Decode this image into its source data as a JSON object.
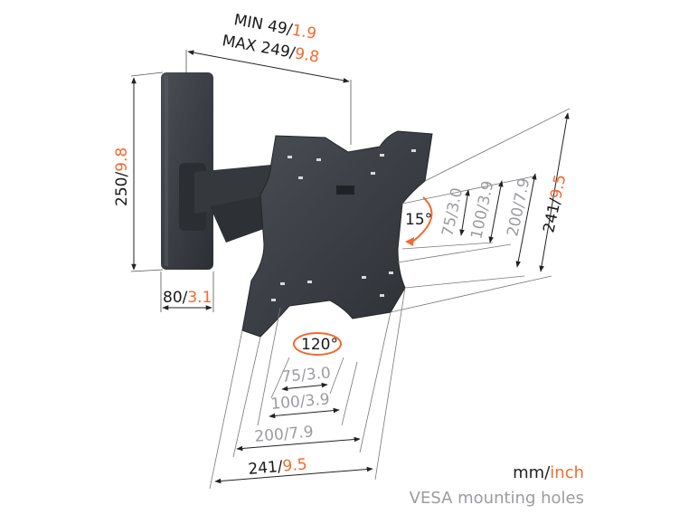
{
  "dimensions": {
    "depth_min": {
      "prefix": "MIN 49/",
      "inch": "1.9"
    },
    "depth_max": {
      "prefix": "MAX 249/",
      "inch": "9.8"
    },
    "height": {
      "mm": "250/",
      "inch": "9.8"
    },
    "width": {
      "mm": "80/",
      "inch": "3.1"
    }
  },
  "tilt": {
    "angle": "15°"
  },
  "swivel": {
    "angle": "120°"
  },
  "vesa_vertical": {
    "v75": "75/3.0",
    "v100": "100/3.9",
    "v200": "200/7.9",
    "v241": {
      "mm": "241/",
      "inch": "9.5"
    }
  },
  "vesa_horizontal": {
    "h75": "75/3.0",
    "h100": "100/3.9",
    "h200": "200/7.9",
    "h241": {
      "mm": "241/",
      "inch": "9.5"
    }
  },
  "legend": {
    "mm": "mm/",
    "inch": "inch",
    "caption": "VESA mounting holes"
  },
  "colors": {
    "accent": "#f26a2e",
    "mount": "#3a3d42",
    "secondary_text": "#9a9ca0"
  }
}
